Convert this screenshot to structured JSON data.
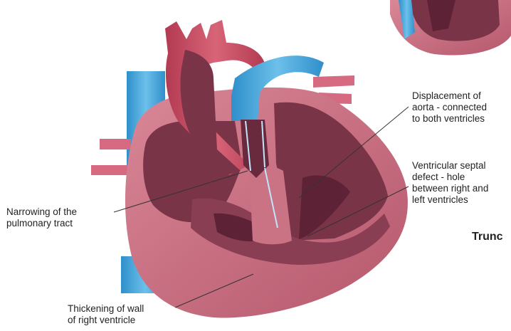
{
  "diagram": {
    "labels": {
      "aorta_displacement": [
        "Displacement of",
        "aorta -  connected",
        "to both ventricles"
      ],
      "septal_defect": [
        "Ventricular septal",
        "defect - hole",
        "between right and",
        "left ventricles"
      ],
      "pulmonary_narrowing": [
        "Narrowing of the",
        "pulmonary tract"
      ],
      "wall_thickening": [
        "Thickening of wall",
        "of right ventricle"
      ]
    },
    "cropped_title": "Trunc"
  },
  "colors": {
    "heart_muscle": "#c97385",
    "chamber_interior": "#7a3448",
    "chamber_deep": "#5e2236",
    "artery_red": "#c8475c",
    "vein_blue": "#3fa2d8",
    "vein_blue_light": "#7cc6ec",
    "leader_line": "#333333"
  }
}
